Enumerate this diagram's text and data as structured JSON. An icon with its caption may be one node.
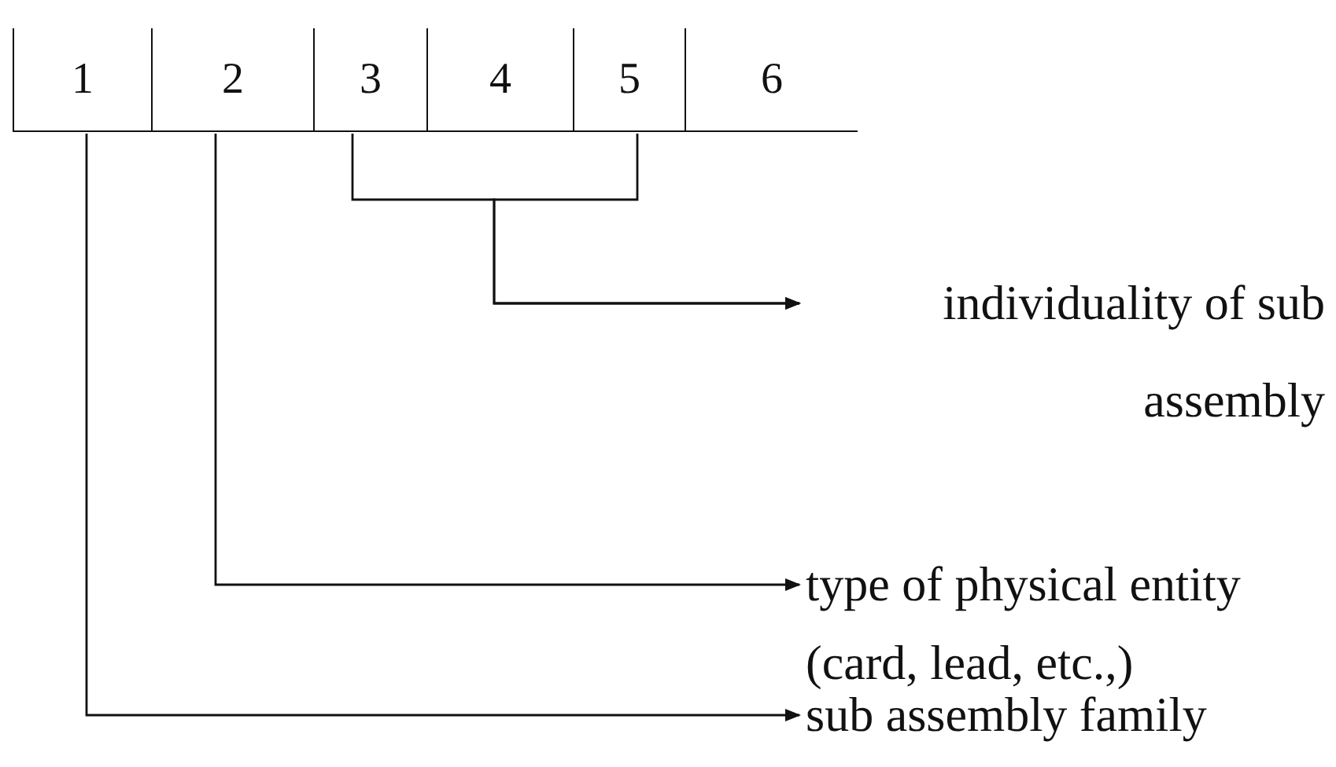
{
  "diagram": {
    "nodes": [
      {
        "text": [
          "1"
        ]
      },
      {
        "text": [
          "2"
        ]
      },
      {
        "text": [
          "3"
        ]
      },
      {
        "text": [
          "4"
        ]
      },
      {
        "text": [
          "5"
        ]
      },
      {
        "text": [
          "6"
        ]
      },
      {
        "text": [
          "individuality of sub assembly"
        ]
      },
      {
        "text": [
          "type of physical entity (card, lead, etc.,)"
        ]
      },
      {
        "text": [
          "sub assembly family"
        ]
      }
    ],
    "edges": [
      {
        "from": 2,
        "to": 6,
        "arrow": "to"
      },
      {
        "from": 4,
        "to": 6,
        "arrow": "to"
      },
      {
        "from": 1,
        "to": 7,
        "arrow": "to"
      },
      {
        "from": 0,
        "to": 8,
        "arrow": "to"
      }
    ]
  }
}
